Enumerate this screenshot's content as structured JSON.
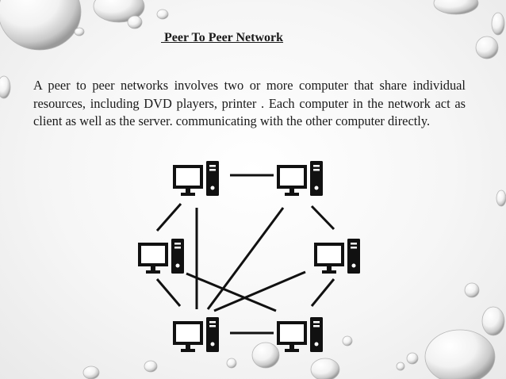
{
  "slide": {
    "title": " Peer To Peer Network",
    "body": "A peer to peer networks involves two or more computer that share individual resources, including DVD players, printer . Each computer in the network act as client as well as the server. communicating with the other computer directly."
  },
  "diagram": {
    "nodes": [
      {
        "id": "top-left",
        "icon": "desktop-computer-icon"
      },
      {
        "id": "top-right",
        "icon": "desktop-computer-icon"
      },
      {
        "id": "middle-left",
        "icon": "desktop-computer-icon"
      },
      {
        "id": "middle-right",
        "icon": "desktop-computer-icon"
      },
      {
        "id": "bottom-left",
        "icon": "desktop-computer-icon"
      },
      {
        "id": "bottom-right",
        "icon": "desktop-computer-icon"
      }
    ],
    "links": [
      [
        "top-left",
        "top-right"
      ],
      [
        "top-left",
        "middle-left"
      ],
      [
        "top-right",
        "middle-right"
      ],
      [
        "middle-left",
        "bottom-left"
      ],
      [
        "middle-right",
        "bottom-right"
      ],
      [
        "bottom-left",
        "bottom-right"
      ],
      [
        "top-left",
        "bottom-left"
      ],
      [
        "top-right",
        "bottom-left"
      ],
      [
        "middle-right",
        "bottom-left"
      ],
      [
        "middle-left",
        "bottom-right"
      ]
    ],
    "line_color": "#111111",
    "icon_color": "#111111"
  }
}
